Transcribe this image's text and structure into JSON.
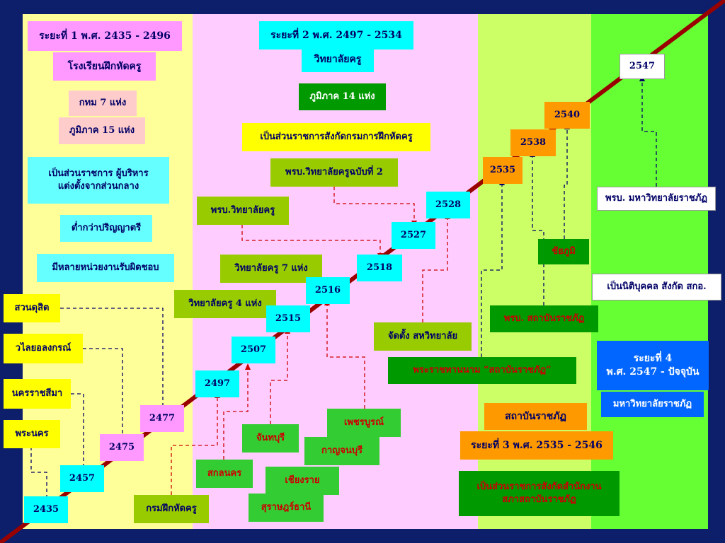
{
  "colors": {
    "background": "#0d1f6b",
    "period1": "#ffff99",
    "period2": "#ffccff",
    "period3": "#ccff66",
    "period4": "#66ff33",
    "timeline": "#990000"
  },
  "period1": {
    "title": "ระยะที่ 1 พ.ศ. 2435 - 2496",
    "name": "โรงเรียนฝึกหัดครู",
    "bkk": "กทม 7 แห่ง",
    "regional": "ภูมิภาค 15 แห่ง",
    "govt_line1": "เป็นส่วนราชการ ผู้บริหาร",
    "govt_line2": "แต่งตั้งจากส่วนกลาง",
    "degree": "ต่ำกว่าปริญญาตรี",
    "agencies": "มีหลายหน่วยงานรับผิดชอบ",
    "schools": [
      "สวนดุสิต",
      "วไลยอลงกรณ์",
      "นครราชสีมา",
      "พระนคร"
    ]
  },
  "period2": {
    "title": "ระยะที่ 2 พ.ศ. 2497 - 2534",
    "name": "วิทยาลัยครู",
    "regions": "ภูมิภาค 14 แห่ง",
    "under_dept": "เป็นส่วนราชการสังกัดกรมการฝึกหัดครู",
    "act2": "พรบ.วิทยาลัยครูฉบับที่ 2",
    "act1": "พรบ.วิทยาลัยครู",
    "colleges7": "วิทยาลัยครู 7 แห่ง",
    "colleges4": "วิทยาลัยครู 4 แห่ง",
    "sahawittayalai": "จัดตั้ง สหวิทยาลัย",
    "provinces": [
      "เพชรบูรณ์",
      "จันทบุรี",
      "กาญจนบุรี",
      "สกลนคร",
      "เชียงราย",
      "สุราษฎร์ธานี"
    ],
    "dept": "กรมฝึกหัดครู"
  },
  "period3": {
    "royal_name": "พระราชทานนาม “สถาบันราชภัฏ”",
    "act": "พรบ. สถาบันราชภัฏ",
    "chaiyaphum": "ชัยภูมิ",
    "name": "สถาบันราชภัฏ",
    "title": "ระยะที่ 3 พ.ศ. 2535 - 2546",
    "under_line1": "เป็นส่วนราชการสังกัดสำนักงาน",
    "under_line2": "สภาสถาบันราชภัฏ"
  },
  "period4": {
    "act": "พรบ. มหาวิทยาลัยราชภัฏ",
    "legal": "เป็นนิติบุคคล สังกัด สกอ.",
    "title_line1": "ระยะที่ 4",
    "title_line2": "พ.ศ. 2547 - ปัจจุบัน",
    "name": "มหาวิทยาลัยราชภัฏ"
  },
  "years": [
    "2435",
    "2457",
    "2475",
    "2477",
    "2497",
    "2507",
    "2515",
    "2516",
    "2518",
    "2527",
    "2528",
    "2535",
    "2538",
    "2540",
    "2547"
  ]
}
